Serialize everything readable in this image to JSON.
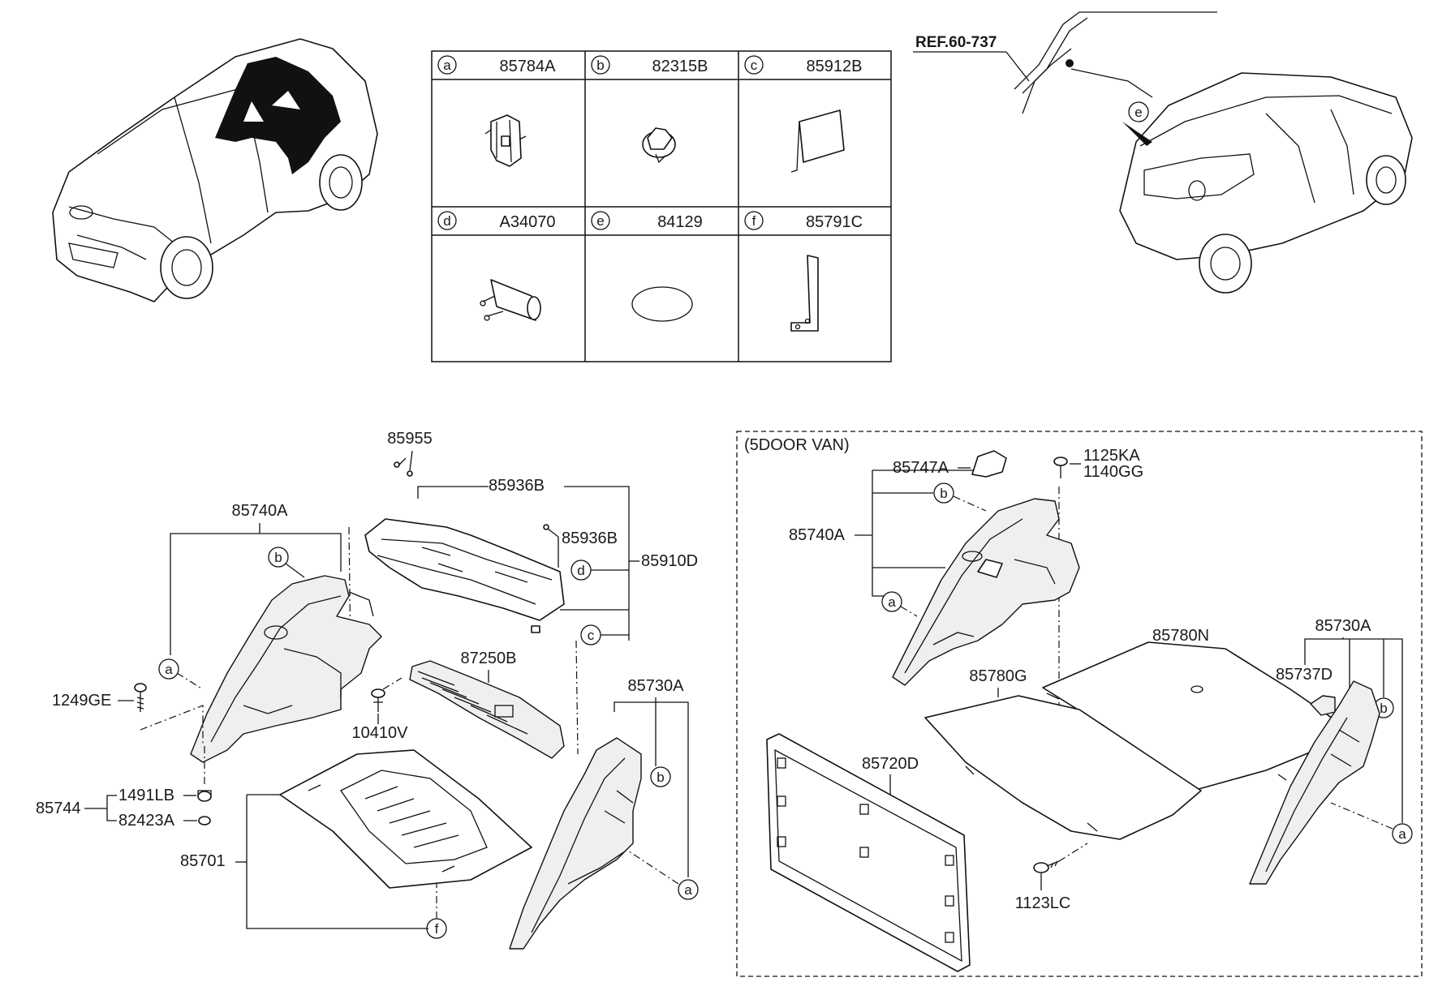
{
  "reference": "REF.60-737",
  "variant_label": "(5DOOR VAN)",
  "legend": [
    {
      "letter": "a",
      "part": "85784A"
    },
    {
      "letter": "b",
      "part": "82315B"
    },
    {
      "letter": "c",
      "part": "85912B"
    },
    {
      "letter": "d",
      "part": "A34070"
    },
    {
      "letter": "e",
      "part": "84129"
    },
    {
      "letter": "f",
      "part": "85791C"
    }
  ],
  "main_labels": {
    "p85955": "85955",
    "p85936B": "85936B",
    "p85936B_2": "85936B",
    "p85910D": "85910D",
    "p85740A": "85740A",
    "p87250B": "87250B",
    "p85730A": "85730A",
    "p1249GE": "1249GE",
    "p10410V": "10410V",
    "p85744": "85744",
    "p1491LB": "1491LB",
    "p82423A": "82423A",
    "p85701": "85701"
  },
  "van_labels": {
    "p85747A": "85747A",
    "p1125KA": "1125KA",
    "p1140GG": "1140GG",
    "p85740A": "85740A",
    "p85780N": "85780N",
    "p85730A": "85730A",
    "p85737D": "85737D",
    "p85780G": "85780G",
    "p85720D": "85720D",
    "p1123LC": "1123LC"
  },
  "callout_letters": {
    "a": "a",
    "b": "b",
    "c": "c",
    "d": "d",
    "e": "e",
    "f": "f"
  }
}
